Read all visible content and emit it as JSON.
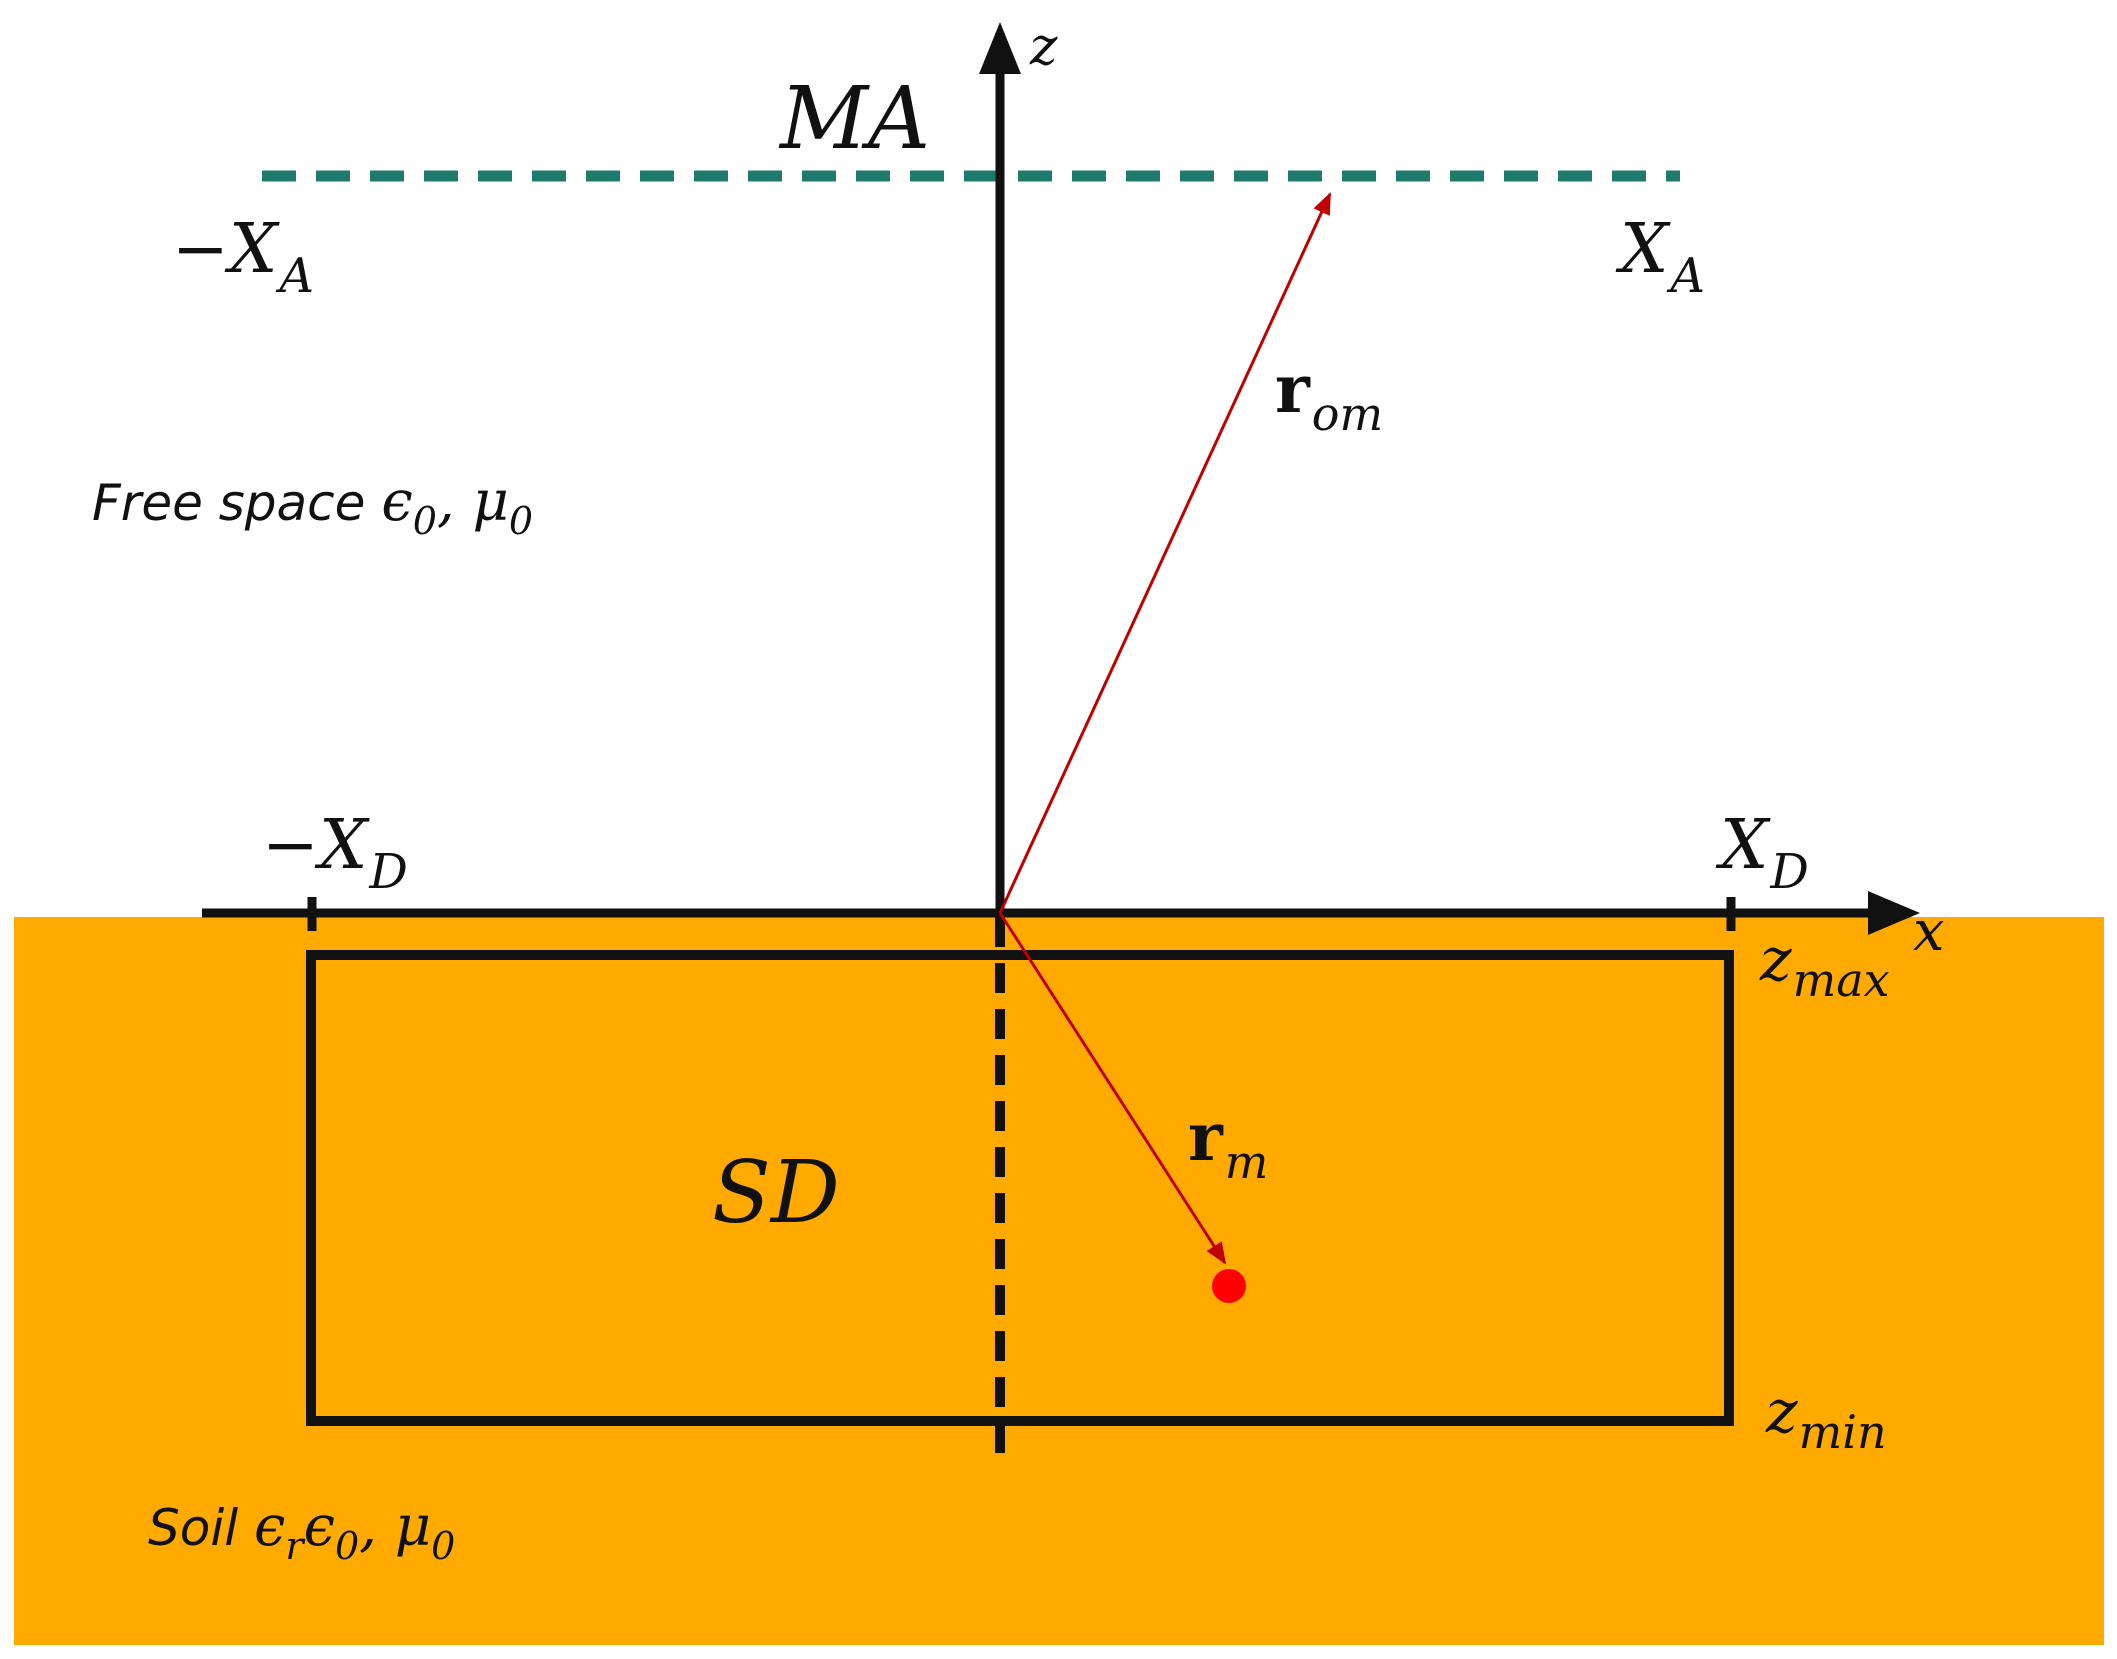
{
  "labels": {
    "z_axis": "z",
    "x_axis": "x",
    "measurement_aperture": "MA",
    "aperture_left": {
      "main": "−X",
      "sub": "A"
    },
    "aperture_right": {
      "main": "X",
      "sub": "A"
    },
    "domain_left": {
      "main": "−X",
      "sub": "D"
    },
    "domain_right": {
      "main": "X",
      "sub": "D"
    },
    "r_om": {
      "main": "r",
      "sub": "om"
    },
    "r_m": {
      "main": "r",
      "sub": "m"
    },
    "free_space": {
      "text": "Free space ",
      "eps": "ϵ",
      "eps_sub": "0",
      "sep": ", ",
      "mu": "μ",
      "mu_sub": "0"
    },
    "soil": {
      "text": "Soil ",
      "eps_r": "ϵ",
      "eps_r_sub": "r",
      "eps0": "ϵ",
      "eps0_sub": "0",
      "sep": ", ",
      "mu": "μ",
      "mu_sub": "0"
    },
    "investigation_domain": "SD",
    "z_max": {
      "main": "z",
      "sub": "max"
    },
    "z_min": {
      "main": "z",
      "sub": "min"
    }
  },
  "colors": {
    "soil": "#FFAA00",
    "axes": "#111111",
    "aperture_line": "#1F7A6E",
    "vectors": "#C00000",
    "target_point": "#FF0000"
  }
}
